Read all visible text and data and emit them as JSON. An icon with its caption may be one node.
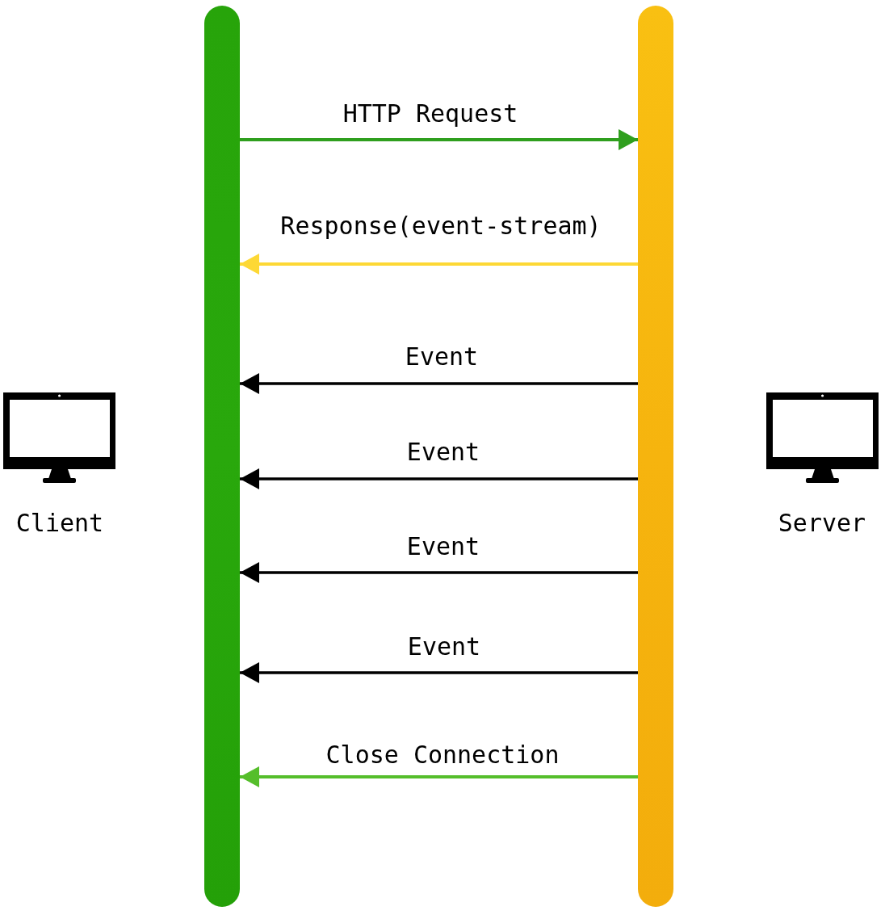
{
  "diagram": {
    "nodes": [
      {
        "text": [],
        "shape": "bar"
      },
      {
        "text": [],
        "shape": "bar"
      }
    ],
    "edges": [
      {
        "from": 0,
        "to": 1,
        "arrow": "to",
        "label": "HTTP Request",
        "color": "#2f9f1e"
      },
      {
        "from": 1,
        "to": 0,
        "arrow": "to",
        "label": "Response(event-stream)",
        "color": "#fdd835"
      },
      {
        "from": 1,
        "to": 0,
        "arrow": "to",
        "label": "Event"
      },
      {
        "from": 1,
        "to": 0,
        "arrow": "to",
        "label": "Event"
      },
      {
        "from": 1,
        "to": 0,
        "arrow": "to",
        "label": "Event"
      },
      {
        "from": 1,
        "to": 0,
        "arrow": "to",
        "label": "Event"
      },
      {
        "from": 1,
        "to": 0,
        "arrow": "to",
        "label": "Close Connection",
        "color": "#55be2b"
      }
    ],
    "labels": [
      "Client",
      "Server"
    ]
  }
}
